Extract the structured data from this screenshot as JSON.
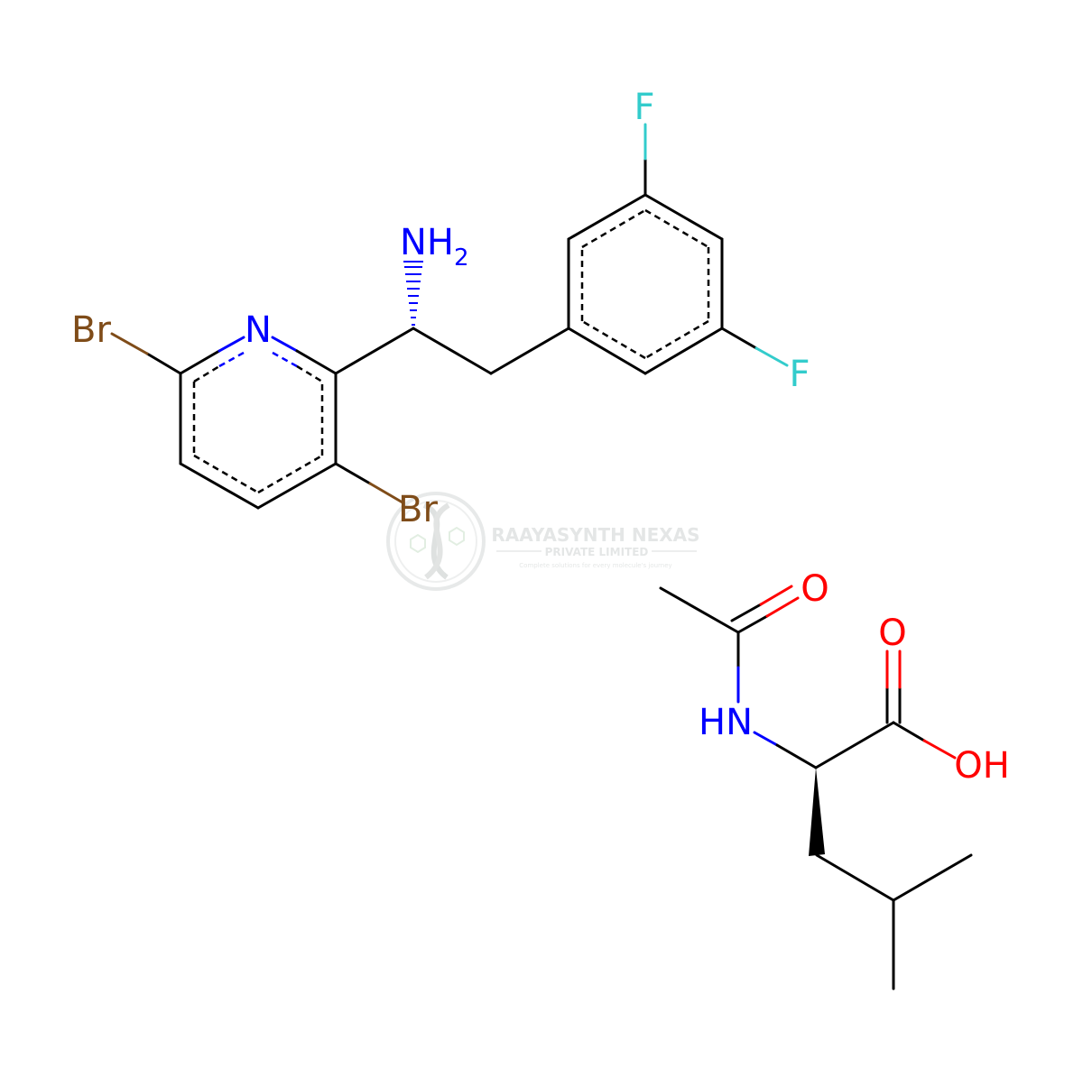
{
  "colors": {
    "bond": "#000000",
    "N": "#0000ff",
    "O": "#ff0000",
    "F": "#33cccc",
    "Br": "#7f4c19",
    "watermark": "#d3d7d6"
  },
  "atoms": {
    "br_left": "Br",
    "n_pyridine": "N",
    "br_lower": "Br",
    "nh2": {
      "main": "NH",
      "sub": "2"
    },
    "f_top": "F",
    "f_right": "F",
    "o_acetyl": "O",
    "nh_amide": "HN",
    "o_carbonyl": "O",
    "oh": "OH"
  },
  "watermark": {
    "title": "RAAYASYNTH NEXAS",
    "subtitle": "PRIVATE LIMITED",
    "tagline": "Complete solutions for every molecule's journey"
  }
}
